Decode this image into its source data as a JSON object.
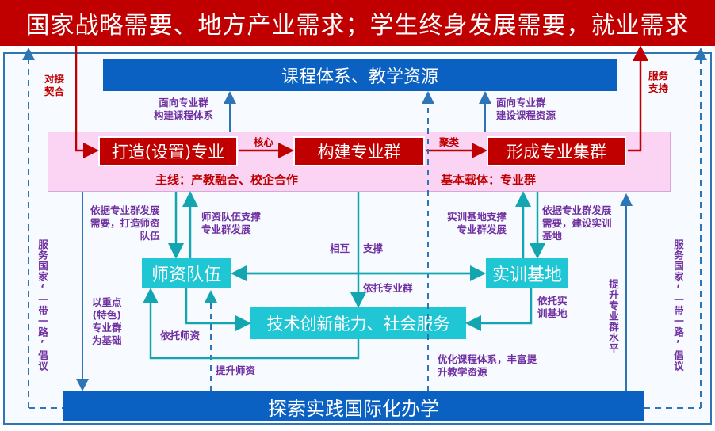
{
  "top_banner": "国家战略需要、地方产业需求；学生终身发展需要，就业需求",
  "courses_bar": "课程体系、教学资源",
  "intl_bar": "探索实践国际化办学",
  "red_boxes": {
    "build_major": "打造(设置)专业",
    "build_group": "构建专业群",
    "form_cluster": "形成专业集群"
  },
  "pink_labels": {
    "mainline": "主线：产教融合、校企合作",
    "carrier": "基本载体：专业群"
  },
  "teal_boxes": {
    "teachers": "师资队伍",
    "training_base": "实训基地",
    "tech_service": "技术创新能力、社会服务"
  },
  "connector_labels": {
    "core": "核心",
    "classify": "聚类",
    "dock": "对接\n契合",
    "serve_support": "服务\n支持",
    "curriculum_left": "面向专业群\n构建课程体系",
    "curriculum_right": "面向专业群\n建设课程资源",
    "build_teachers": "依据专业群发展\n需要，打造师资\n队伍",
    "teachers_support": "师资队伍支撑\n专业群发展",
    "mutual": "相互",
    "support": "支撑",
    "base_support": "实训基地支撑\n专业群发展",
    "build_base": "依据专业群发展\n需要，建设实训\n基地",
    "rely_group": "依托专业群",
    "key_base": "以重点\n(特色)\n专业群\n为基础",
    "rely_teachers": "依托师资",
    "rely_base": "依托实\n训基地",
    "improve_teachers": "提升师资",
    "optimize": "优化课程体系，丰富提\n升教学资源",
    "raise_level": "提升专业群水平",
    "serve_bri_left": "服务国家‘一带一路’倡议",
    "serve_bri_right": "服务国家‘一带一路’倡议"
  },
  "colors": {
    "red": "#c00000",
    "blue": "#0a61c2",
    "teal": "#1fc6d4",
    "pink": "#fbd4f4",
    "purple": "#7030a0"
  }
}
